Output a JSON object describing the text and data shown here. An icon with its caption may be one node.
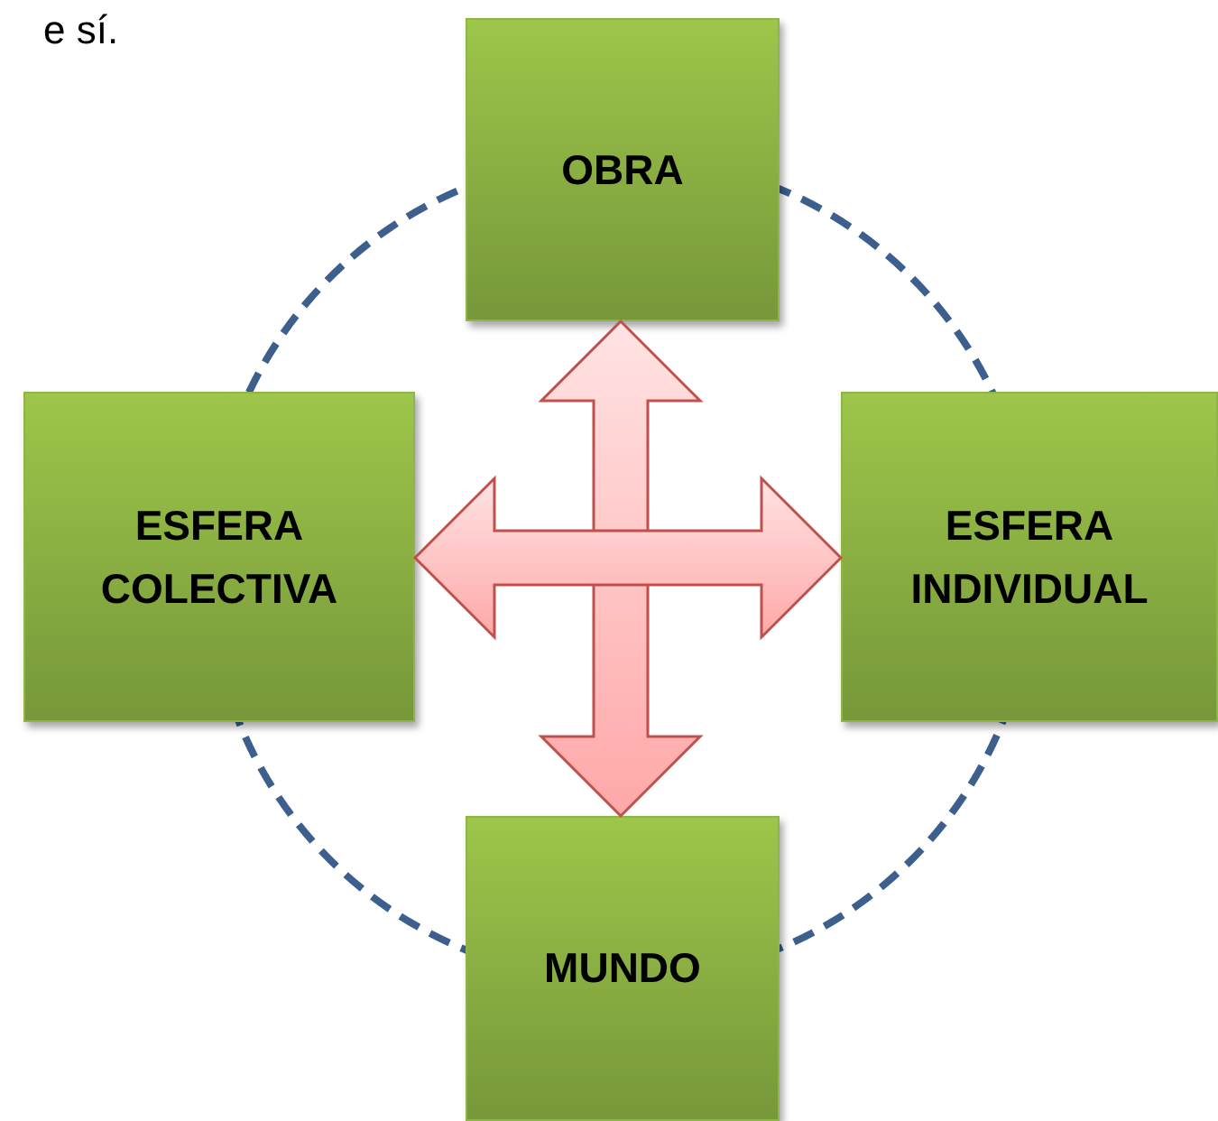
{
  "diagram": {
    "nodes": [
      {
        "text": [
          "OBRA"
        ]
      },
      {
        "text": [
          "ESFERA COLECTIVA"
        ]
      },
      {
        "text": [
          "ESFERA INDIVIDUAL"
        ]
      },
      {
        "text": [
          "MUNDO"
        ]
      }
    ],
    "edges": [
      {
        "from": 0,
        "to": 3,
        "arrow": "both",
        "style": "thick"
      },
      {
        "from": 1,
        "to": 2,
        "arrow": "both",
        "style": "thick"
      }
    ],
    "labels": [
      "e sí."
    ]
  }
}
